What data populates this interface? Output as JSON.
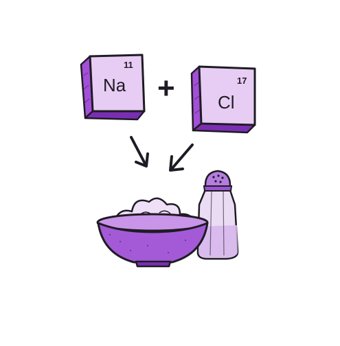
{
  "equation": {
    "left": {
      "symbol": "Na",
      "atomic_number": "11"
    },
    "operator": "+",
    "right": {
      "symbol": "Cl",
      "atomic_number": "17"
    }
  },
  "icons": [
    "element-tile-icon",
    "arrow-icon",
    "salt-bowl-icon",
    "salt-shaker-icon"
  ],
  "colors": {
    "tile_face": "#e7cdf3",
    "tile_side": "#a34fd8",
    "tile_dark": "#7a2fb3",
    "bowl": "#a45ad6",
    "salt": "#efdff7",
    "shaker_glass": "#eadcf3",
    "shaker_cap": "#b57ddf",
    "outline": "#1f1b24"
  }
}
